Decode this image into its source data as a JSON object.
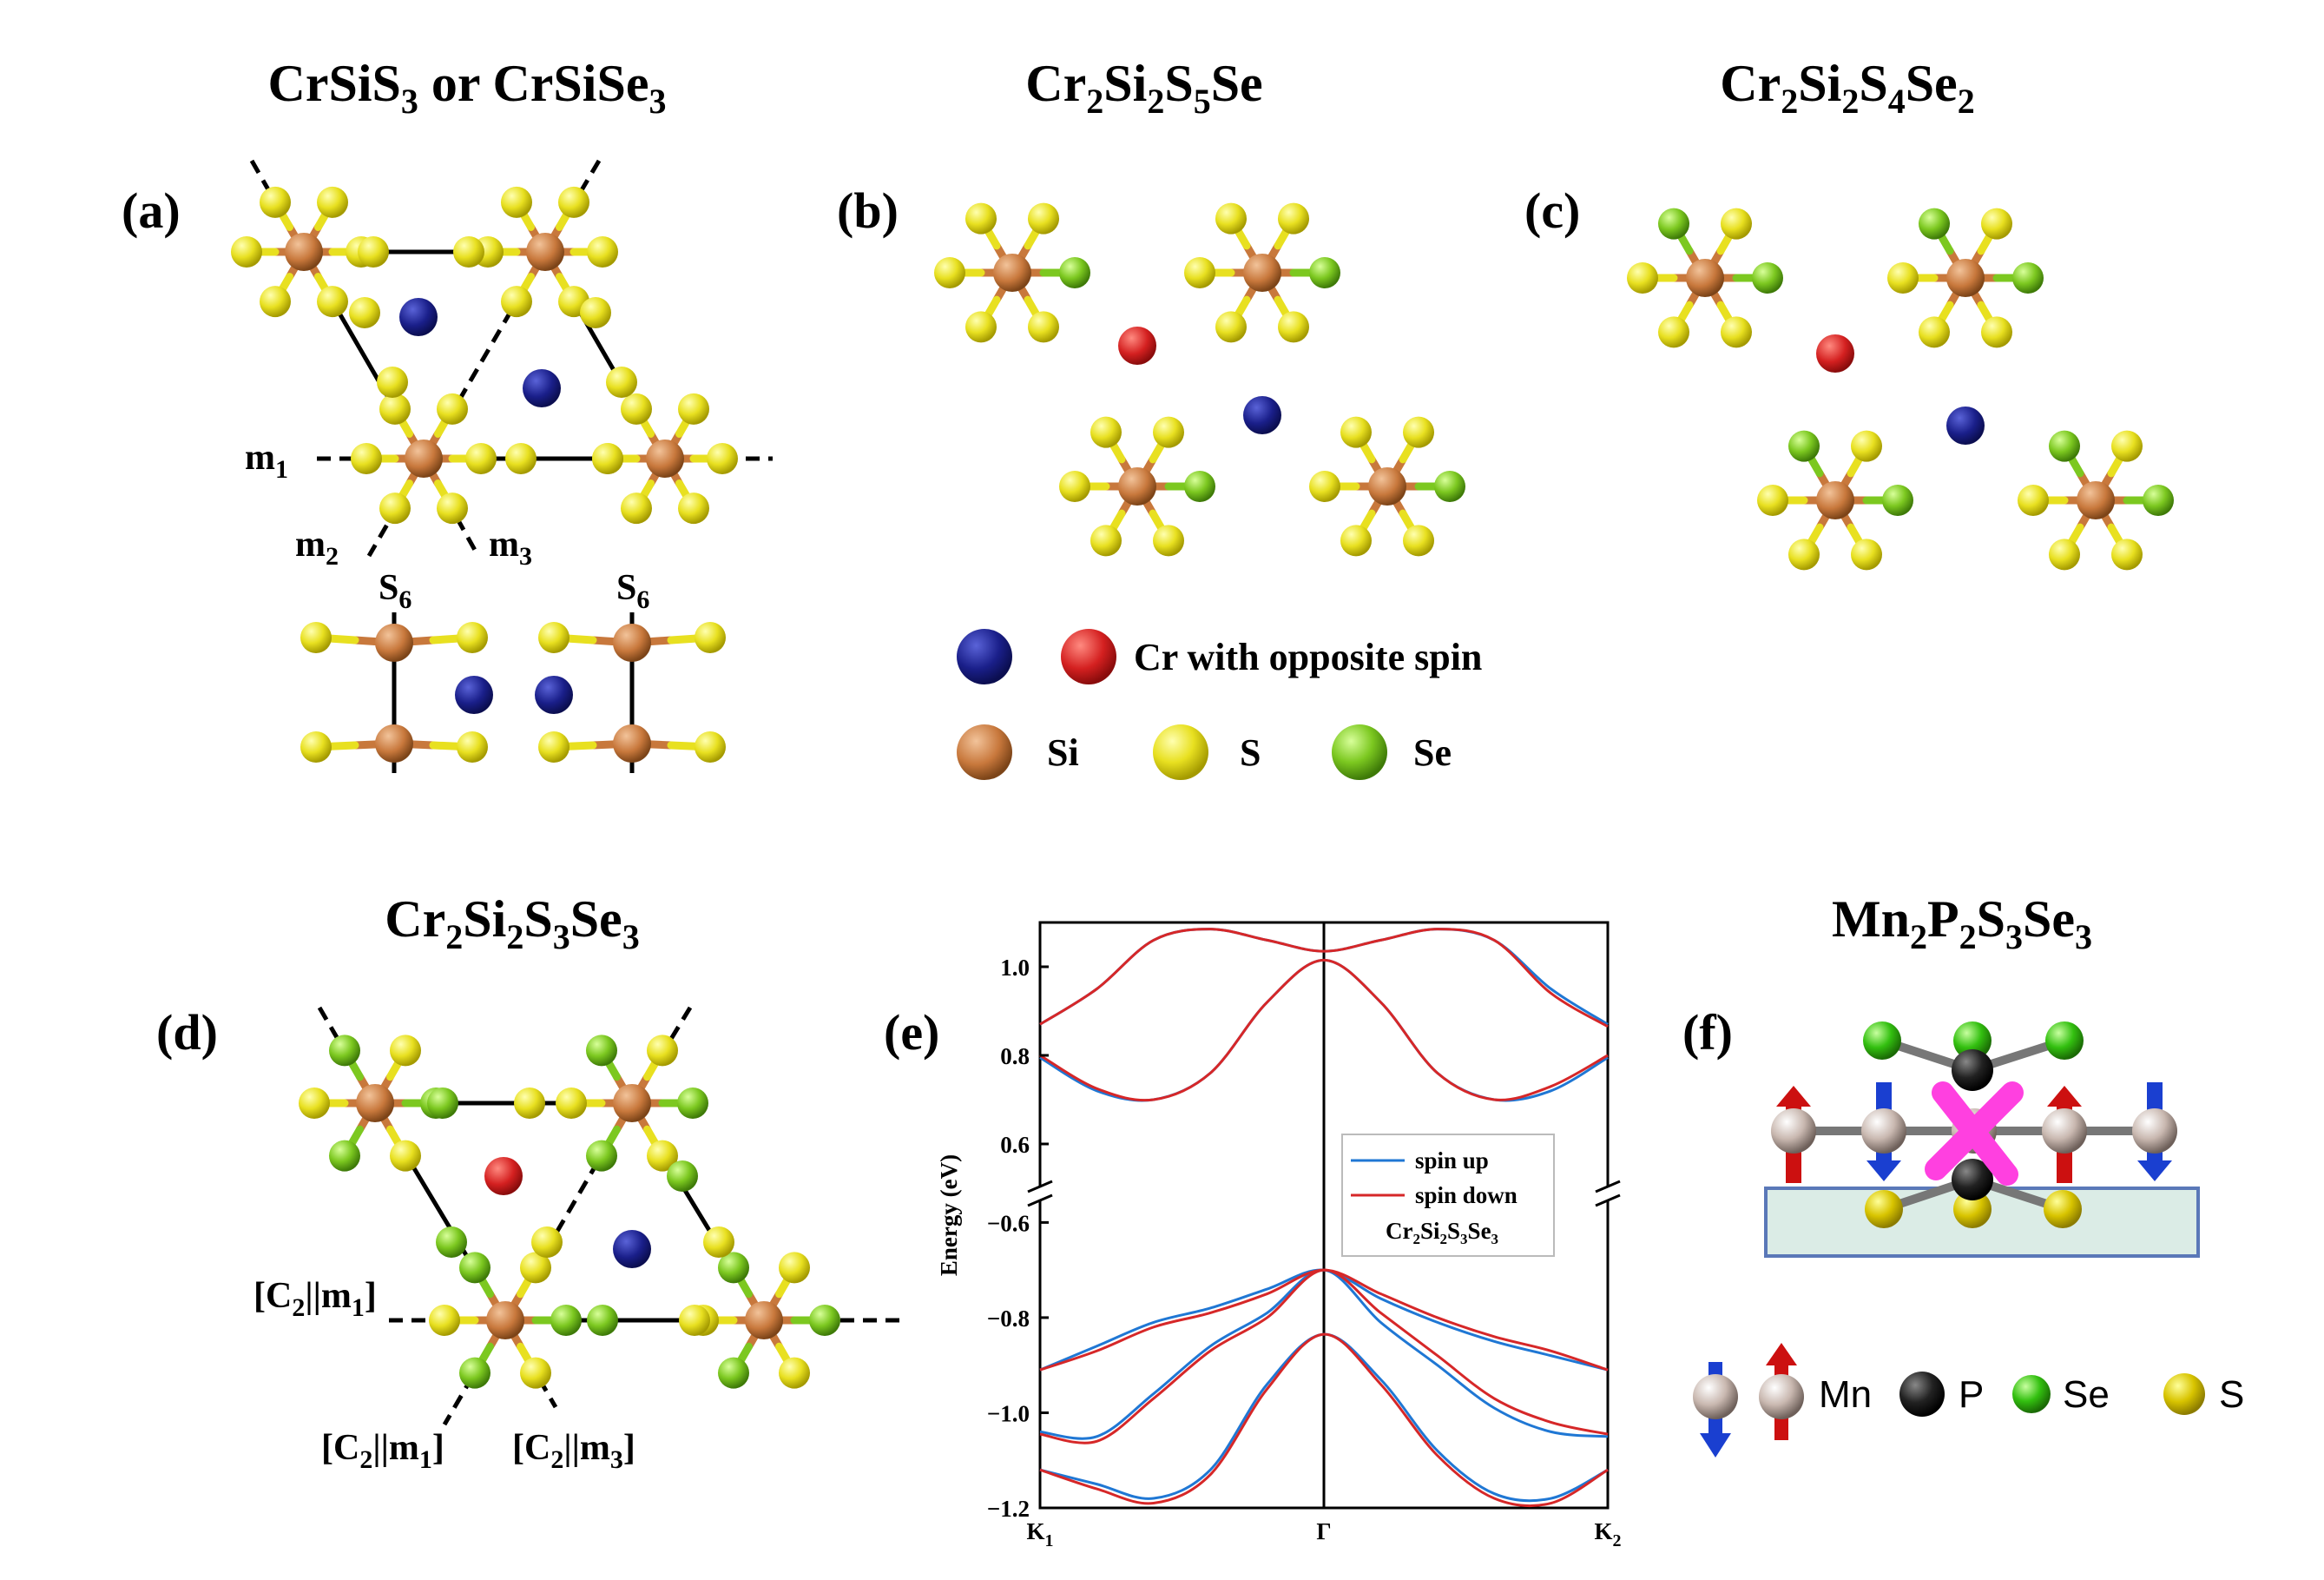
{
  "panels": {
    "a": {
      "label": "(a)",
      "title": [
        "CrSiS",
        "3",
        " or CrSiSe",
        "3"
      ],
      "mirror1": [
        "m",
        "1"
      ],
      "mirror2": [
        "m",
        "2"
      ],
      "mirror3": [
        "m",
        "3"
      ],
      "s6_left": [
        "S",
        "6"
      ],
      "s6_right": [
        "S",
        "6"
      ]
    },
    "b": {
      "label": "(b)",
      "title": [
        "Cr",
        "2",
        "Si",
        "2",
        "S",
        "5",
        "Se"
      ]
    },
    "c": {
      "label": "(c)",
      "title": [
        "Cr",
        "2",
        "Si",
        "2",
        "S",
        "4",
        "Se",
        "2"
      ]
    },
    "d": {
      "label": "(d)",
      "title": [
        "Cr",
        "2",
        "Si",
        "2",
        "S",
        "3",
        "Se",
        "3"
      ],
      "sym1": [
        "[C",
        "2",
        "||m",
        "1",
        "]"
      ],
      "sym2": [
        "[C",
        "2",
        "||m",
        "1",
        "]"
      ],
      "sym3": [
        "[C",
        "2",
        "||m",
        "3",
        "]"
      ]
    },
    "e": {
      "label": "(e)"
    },
    "f": {
      "label": "(f)",
      "title": [
        "Mn",
        "2",
        "P",
        "2",
        "S",
        "3",
        "Se",
        "3"
      ]
    }
  },
  "legend_bc": {
    "cr_opposite": "Cr with opposite spin",
    "si": "Si",
    "s": "S",
    "se": "Se"
  },
  "legend_f": {
    "mn": "Mn",
    "p": "P",
    "se": "Se",
    "s": "S"
  },
  "colors": {
    "cr_up": "#1a1f8a",
    "cr_down": "#d42020",
    "si": "#c8783c",
    "s": "#e8e020",
    "se": "#7cc820",
    "mn": "#c9b8b0",
    "p": "#111111",
    "spin_up_line": "#1f77d4",
    "spin_down_line": "#d62728",
    "arrow_up": "#cc1010",
    "arrow_down": "#1a3fd0",
    "cross": "#ff40e0"
  },
  "chart_data": {
    "type": "line",
    "title": "",
    "ylabel": "Energy (eV)",
    "xlabel": "",
    "x_ticks": [
      "K",
      "Γ",
      "K"
    ],
    "x_tick_subs": [
      "1",
      "",
      "2"
    ],
    "x_range": [
      -1,
      1
    ],
    "upper_ylim": [
      0.5,
      1.1
    ],
    "lower_ylim": [
      -1.2,
      -0.55
    ],
    "upper_yticks": [
      "0.6",
      "0.8",
      "1.0"
    ],
    "lower_yticks": [
      "-0.6",
      "-0.8",
      "-1.0",
      "-1.2"
    ],
    "legend_position": "center-right",
    "legend_note": [
      "Cr",
      "2",
      "Si",
      "2",
      "S",
      "3",
      "Se",
      "3"
    ],
    "series": [
      {
        "name": "spin up",
        "color": "#1f77d4",
        "bands": [
          {
            "x": [
              -1,
              -0.8,
              -0.6,
              -0.4,
              -0.2,
              0,
              0.2,
              0.4,
              0.6,
              0.8,
              1
            ],
            "y": [
              0.87,
              0.95,
              1.06,
              1.085,
              1.06,
              1.035,
              1.06,
              1.085,
              1.06,
              0.95,
              0.87
            ]
          },
          {
            "x": [
              -1,
              -0.8,
              -0.6,
              -0.4,
              -0.2,
              0,
              0.2,
              0.4,
              0.6,
              0.8,
              1
            ],
            "y": [
              0.795,
              0.72,
              0.7,
              0.76,
              0.92,
              1.015,
              0.92,
              0.76,
              0.7,
              0.72,
              0.795
            ]
          },
          {
            "x": [
              -1,
              -0.8,
              -0.6,
              -0.4,
              -0.2,
              0,
              0.2,
              0.4,
              0.6,
              0.8,
              1
            ],
            "y": [
              -0.91,
              -0.86,
              -0.81,
              -0.78,
              -0.74,
              -0.7,
              -0.76,
              -0.81,
              -0.85,
              -0.88,
              -0.91
            ]
          },
          {
            "x": [
              -1,
              -0.8,
              -0.6,
              -0.4,
              -0.2,
              0,
              0.2,
              0.4,
              0.6,
              0.8,
              1
            ],
            "y": [
              -1.04,
              -1.05,
              -0.96,
              -0.86,
              -0.79,
              -0.7,
              -0.81,
              -0.9,
              -0.99,
              -1.04,
              -1.05
            ]
          },
          {
            "x": [
              -1,
              -0.8,
              -0.6,
              -0.4,
              -0.2,
              0,
              0.2,
              0.4,
              0.6,
              0.8,
              1
            ],
            "y": [
              -1.12,
              -1.15,
              -1.18,
              -1.12,
              -0.94,
              -0.835,
              -0.93,
              -1.08,
              -1.17,
              -1.18,
              -1.12
            ]
          }
        ]
      },
      {
        "name": "spin down",
        "color": "#d62728",
        "bands": [
          {
            "x": [
              -1,
              -0.8,
              -0.6,
              -0.4,
              -0.2,
              0,
              0.2,
              0.4,
              0.6,
              0.8,
              1
            ],
            "y": [
              0.87,
              0.95,
              1.06,
              1.085,
              1.06,
              1.035,
              1.06,
              1.085,
              1.06,
              0.94,
              0.865
            ]
          },
          {
            "x": [
              -1,
              -0.8,
              -0.6,
              -0.4,
              -0.2,
              0,
              0.2,
              0.4,
              0.6,
              0.8,
              1
            ],
            "y": [
              0.8,
              0.725,
              0.7,
              0.76,
              0.92,
              1.015,
              0.92,
              0.76,
              0.7,
              0.73,
              0.8
            ]
          },
          {
            "x": [
              -1,
              -0.8,
              -0.6,
              -0.4,
              -0.2,
              0,
              0.2,
              0.4,
              0.6,
              0.8,
              1
            ],
            "y": [
              -0.91,
              -0.87,
              -0.82,
              -0.79,
              -0.75,
              -0.7,
              -0.75,
              -0.8,
              -0.84,
              -0.87,
              -0.91
            ]
          },
          {
            "x": [
              -1,
              -0.8,
              -0.6,
              -0.4,
              -0.2,
              0,
              0.2,
              0.4,
              0.6,
              0.8,
              1
            ],
            "y": [
              -1.045,
              -1.06,
              -0.97,
              -0.87,
              -0.8,
              -0.7,
              -0.79,
              -0.88,
              -0.97,
              -1.02,
              -1.045
            ]
          },
          {
            "x": [
              -1,
              -0.8,
              -0.6,
              -0.4,
              -0.2,
              0,
              0.2,
              0.4,
              0.6,
              0.8,
              1
            ],
            "y": [
              -1.12,
              -1.16,
              -1.19,
              -1.13,
              -0.95,
              -0.835,
              -0.94,
              -1.09,
              -1.18,
              -1.19,
              -1.12
            ]
          }
        ]
      }
    ]
  }
}
